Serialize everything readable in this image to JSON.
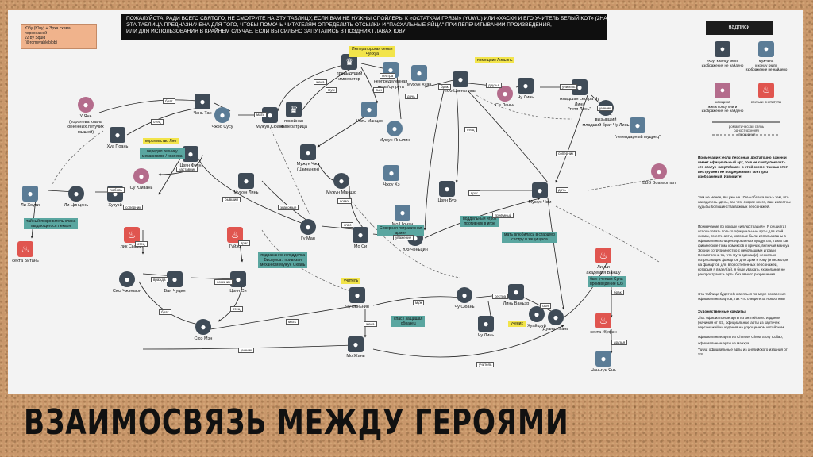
{
  "credit": "Юбу (Юву) + Эрха схема персонажей\nv2  by Squid\n(@romevableblob)",
  "warning": [
    "ПОЖАЛУЙСТА, РАДИ ВСЕГО СВЯТОГО, НЕ СМОТРИТЕ НА ЭТУ ТАБЛИЦУ, ЕСЛИ ВАМ НЕ НУЖНЫ СПОЙЛЕРЫ К «ОСТАТКАМ ГРЯЗИ» (YUWU) ИЛИ «ХАСКИ И ЕГО УЧИТЕЛЬ БЕЛЫЙ КОТ» (2HA).",
    "ЭТА ТАБЛИЦА ПРЕДНАЗНАЧЕНА ДЛЯ ТОГО, ЧТОБЫ ПОМОЧЬ ЧИТАТЕЛЯМ ОПРЕДЕЛИТЬ ОТСЫЛКИ И \"ПАСХАЛЬНЫЕ ЯЙЦА\" ПРИ ПЕРЕЧИТЫВАНИИ ПРОИЗВЕДЕНИЯ,",
    "ИЛИ ДЛЯ ИСПОЛЬЗОВАНИЯ В КРАЙНЕМ СЛУЧАЕ, ЕСЛИ ВЫ СИЛЬНО ЗАПУТАЛИСЬ В ПОЗДНИХ ГЛАВАХ ЮВУ"
  ],
  "legend": {
    "title": "надписи",
    "items": [
      {
        "label": "«Круг к концу книги\nизображение не найдено",
        "color": "#3f4b57",
        "icon": "person-icon"
      },
      {
        "label": "мужчина\nк концу книги\nизображение не найдено",
        "color": "#5b7c96",
        "icon": "person-icon"
      },
      {
        "label": "женщина\nжив к концу книги\nизображение не найдено",
        "color": "#b46c8c",
        "icon": "person-icon"
      },
      {
        "label": "секты и институты",
        "color": "#e0554f",
        "icon": "flame-icon"
      }
    ],
    "lines": [
      "романтическая связь",
      "односторонняя\nотношения"
    ]
  },
  "notes": [
    "Примечание: если персонаж достаточно важен и имеет официальный арт, то я не смогу показать его статус «мертв/жив» в этой схеме, так как этот инструмент не поддерживает контуры изображений. Извините!",
    "Тем не менее, вы уже не 10% «облажались» тем, что находитесь здесь, так что, скорее всего, вам известны судьбы большинства важных персонажей.",
    "Примечание по поводу «иллюстраций»: Я решил(а) использовать только официальные арты для этой схемы, то есть арты, которые были использованы в официальных лицензированных продуктах, таких как физические тома комиксов и прочих, включая манхуа Эрхи и сотрудничество с небольшими играми. Несмотря на то, что Суто сделал(а) несколько потрясающих фанартов для Эрхи и Юву (и несмотря на фанартов для второстепенных персонажей, которым я видел(а)), я буду уважать их желание не распространять арты без явного разрешения.",
    "Эта таблица будет обновляться по мере появления официальных артов, так что следите за новостями!",
    "Художественные кредиты:",
    "2ha: официальные арты из английского издания (начиная от SS, официальные арты из карточек персонажей из издания на упрощенном китайском,",
    "официальные арты из Chinese Ghost Story Collab,",
    "официальные арты из манхуа",
    "Yuwu: официальные арты из английского издания от SS"
  ],
  "characters": [
    {
      "id": "yi-yan",
      "label": "У Янь\n(королева клана\nогненных летучих мышей)",
      "color": "#b46c8c",
      "icon": "person-icon"
    },
    {
      "id": "hua-poan",
      "label": "Хуа Поань",
      "color": "#3f4b57",
      "icon": "person-icon"
    },
    {
      "id": "chu-tan",
      "label": "Чэнь Тан",
      "color": "#3f4b57",
      "icon": "person-icon"
    },
    {
      "id": "chuzo-susu",
      "label": "Чжэо Сусу",
      "color": "#5b7c96",
      "icon": "person-icon"
    },
    {
      "id": "murong-shuan",
      "label": "Мужун Сюань",
      "color": "#3f4b57",
      "icon": "person-icon"
    },
    {
      "id": "late-empress",
      "label": "покойная\nимператрица",
      "color": "#3f4b57",
      "icon": "crown-icon"
    },
    {
      "id": "prev-emperor",
      "label": "предыдущий\nимператор",
      "color": "#3f4b57",
      "icon": "crown-icon"
    },
    {
      "id": "unknown-wife",
      "label": "неопределенная\nжена/супруга",
      "color": "#5b7c96",
      "icon": "person-icon"
    },
    {
      "id": "mother-mangdo",
      "label": "Мать Манцзо",
      "color": "#5b7c96",
      "icon": "person-icon"
    },
    {
      "id": "murong-yanlian",
      "label": "Мужун Янылин",
      "color": "#5b7c96",
      "icon": "person-icon"
    },
    {
      "id": "murong-huan",
      "label": "Мужун Хуан",
      "color": "#5b7c96",
      "icon": "person-icon"
    },
    {
      "id": "yue-chen",
      "label": "Юэ Цзеньлянь",
      "color": "#3f4b57",
      "icon": "person-icon"
    },
    {
      "id": "se-lanyi",
      "label": "Се Ланьи",
      "color": "#b46c8c",
      "icon": "person-icon"
    },
    {
      "id": "chu-lin",
      "label": "Чу Линь",
      "color": "#3f4b57",
      "icon": "person-icon"
    },
    {
      "id": "elder-sister",
      "label": "младшая сестра Чу Линь\n\"тетя Линь\"",
      "color": "#3f4b57",
      "icon": "person-icon"
    },
    {
      "id": "younger-brother",
      "label": "вызывший\nмладший брат Чу Линь",
      "color": "#3f4b57",
      "icon": "person-icon"
    },
    {
      "id": "legendary-sage",
      "label": "\"легендарный мудрец\"",
      "color": "#5b7c96",
      "icon": "person-icon"
    },
    {
      "id": "cao-fen",
      "label": "Цзян Фуян",
      "color": "#3f4b57",
      "icon": "person-icon"
    },
    {
      "id": "su-yuan",
      "label": "Су Юйвань",
      "color": "#b46c8c",
      "icon": "person-icon"
    },
    {
      "id": "murong-chu",
      "label": "Мужун Чжэ\n(Цзиньнян)",
      "color": "#3f4b57",
      "icon": "person-icon"
    },
    {
      "id": "murong-lin",
      "label": "Мужун Линь",
      "color": "#3f4b57",
      "icon": "person-icon"
    },
    {
      "id": "murong-mangdo",
      "label": "Мужун Манцзо",
      "color": "#3f4b57",
      "icon": "person-icon"
    },
    {
      "id": "chu-xi",
      "label": "Чжоу Хэ",
      "color": "#5b7c96",
      "icon": "person-icon"
    },
    {
      "id": "li-houdi",
      "label": "Ли Хоуди",
      "color": "#5b7c96",
      "icon": "person-icon"
    },
    {
      "id": "li-qinchi",
      "label": "Ли Цинцянь",
      "color": "#3f4b57",
      "icon": "person-icon"
    },
    {
      "id": "hukui",
      "label": "Хукуэй",
      "color": "#3f4b57",
      "icon": "person-icon"
    },
    {
      "id": "sect-bitan",
      "label": "секта Битань",
      "color": "#e0554f",
      "icon": "flame-icon"
    },
    {
      "id": "gu-man",
      "label": "Гу Ман",
      "color": "#3f4b57",
      "icon": "person-icon"
    },
    {
      "id": "mo-si",
      "label": "Мо Си",
      "color": "#3f4b57",
      "icon": "person-icon"
    },
    {
      "id": "mo-chyan",
      "label": "Мо Цюнян",
      "color": "#5b7c96",
      "icon": "person-icon"
    },
    {
      "id": "yue-chenlin",
      "label": "Юэ Чэньцин",
      "color": "#3f4b57",
      "icon": "person-icon"
    },
    {
      "id": "cao-bu",
      "label": "Цзян Буэ",
      "color": "#3f4b57",
      "icon": "person-icon"
    },
    {
      "id": "murong-chu2",
      "label": "Мужун Чжи",
      "color": "#3f4b57",
      "icon": "person-icon"
    },
    {
      "id": "boatwoman",
      "label": "BBB Boatwoman",
      "color": "#b46c8c",
      "icon": "person-icon"
    },
    {
      "id": "lin-shulan",
      "label": "лик Сышан",
      "color": "#e0554f",
      "icon": "flame-icon"
    },
    {
      "id": "guihe",
      "label": "Гуйэо",
      "color": "#e0554f",
      "icon": "flame-icon"
    },
    {
      "id": "sue-chjansu",
      "label": "Сюэ Чжэнъюн",
      "color": "#3f4b57",
      "icon": "person-icon"
    },
    {
      "id": "van-chuqin",
      "label": "Ван Чуцин",
      "color": "#3f4b57",
      "icon": "person-icon"
    },
    {
      "id": "cao-si",
      "label": "Цзян Си",
      "color": "#3f4b57",
      "icon": "person-icon"
    },
    {
      "id": "sue-man",
      "label": "Сюэ Мэн",
      "color": "#3f4b57",
      "icon": "person-icon"
    },
    {
      "id": "chu-vanning",
      "label": "Чу Ваньнин",
      "color": "#3f4b57",
      "icon": "person-icon"
    },
    {
      "id": "mo-zhan",
      "label": "Мо Жань",
      "color": "#3f4b57",
      "icon": "person-icon"
    },
    {
      "id": "chu-suan",
      "label": "Чу Сюань",
      "color": "#3f4b57",
      "icon": "person-icon"
    },
    {
      "id": "chu-lin2",
      "label": "Чу Линь",
      "color": "#3f4b57",
      "icon": "person-icon"
    },
    {
      "id": "lin-vanshi",
      "label": "Линь Ваньэр",
      "color": "#3f4b57",
      "icon": "person-icon"
    },
    {
      "id": "huayshun",
      "label": "Хуайцзуй",
      "color": "#3f4b57",
      "icon": "person-icon"
    },
    {
      "id": "akademia",
      "label": "Линьи\nакадемия Ваншу",
      "color": "#e0554f",
      "icon": "flame-icon"
    },
    {
      "id": "sect-zhufen",
      "label": "секта Жуфэн",
      "color": "#e0554f",
      "icon": "flame-icon"
    },
    {
      "id": "duan-ihang",
      "label": "Дуань Ихань",
      "color": "#3f4b57",
      "icon": "person-icon"
    },
    {
      "id": "nangun-yan",
      "label": "Наньгун Янь",
      "color": "#5b7c96",
      "icon": "person-icon"
    }
  ],
  "tags_teal": [
    "передал технику\nмеханизмов / хозяева",
    "тайный покровитель клана\nвыдающегося лекаря",
    "подражание и подделка\nБиспуиса / привязан\nмеханизм Мужун Сюань",
    "поддельный игрок\nпротивник в игре",
    "спас / защищал\nобразец",
    "мать влюбилась в старшую\nсестру и защищала",
    "был ученым Суна\nпроизведение Юэ"
  ],
  "tags_yellow": [
    "Императорская семья\nЧунхуа",
    "помощник Линьянь",
    "королевство Ляо",
    "Северная пограничная\nармия",
    "учитель",
    "ученик"
  ],
  "edge_labels": [
    "брат",
    "отец",
    "мать",
    "жена",
    "муж",
    "сестра",
    "сын",
    "дочь",
    "брак",
    "друзья",
    "учитель",
    "ученик",
    "соперник",
    "отец",
    "враг",
    "наставник",
    "бывший",
    "знакомые",
    "помог",
    "спас",
    "уважение",
    "приёмный",
    "любовь",
    "вражда",
    "союзник"
  ],
  "footer_title": "ВЗАИМОСВЯЗЬ МЕЖДУ ГЕРОЯМИ"
}
